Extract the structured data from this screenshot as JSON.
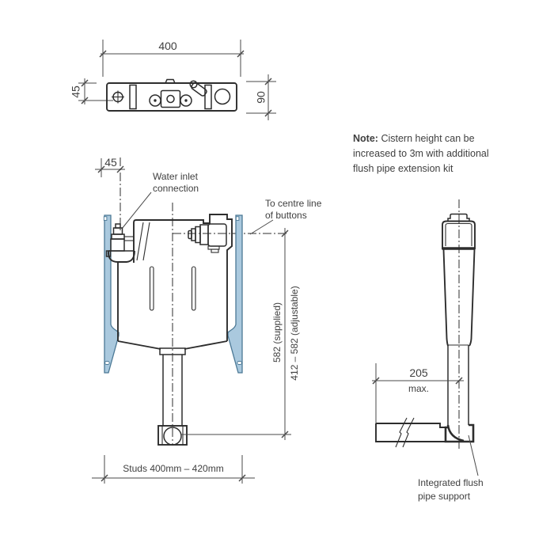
{
  "colors": {
    "line": "#2d2d2d",
    "dim": "#4a4a4a",
    "text": "#3f3f3f",
    "stud_fill": "#aac9de",
    "stud_stroke": "#4b7895",
    "background": "#ffffff"
  },
  "top_view": {
    "width_dim": "400",
    "offset_dim": "45",
    "depth_dim": "90"
  },
  "front_view": {
    "offset_dim": "45",
    "water_inlet_line1": "Water inlet",
    "water_inlet_line2": "connection",
    "buttons_line1": "To centre line",
    "buttons_line2": "of buttons",
    "height_supplied": "582 (supplied)",
    "height_adjustable": "412 – 582 (adjustable)",
    "studs_dim": "Studs 400mm – 420mm"
  },
  "note": {
    "label": "Note:",
    "line1": "Cistern height can be",
    "line2": "increased to 3m with additional",
    "line3": "flush pipe extension kit"
  },
  "side_view": {
    "depth_dim": "205",
    "depth_qualifier": "max.",
    "support_line1": "Integrated flush",
    "support_line2": "pipe support"
  }
}
